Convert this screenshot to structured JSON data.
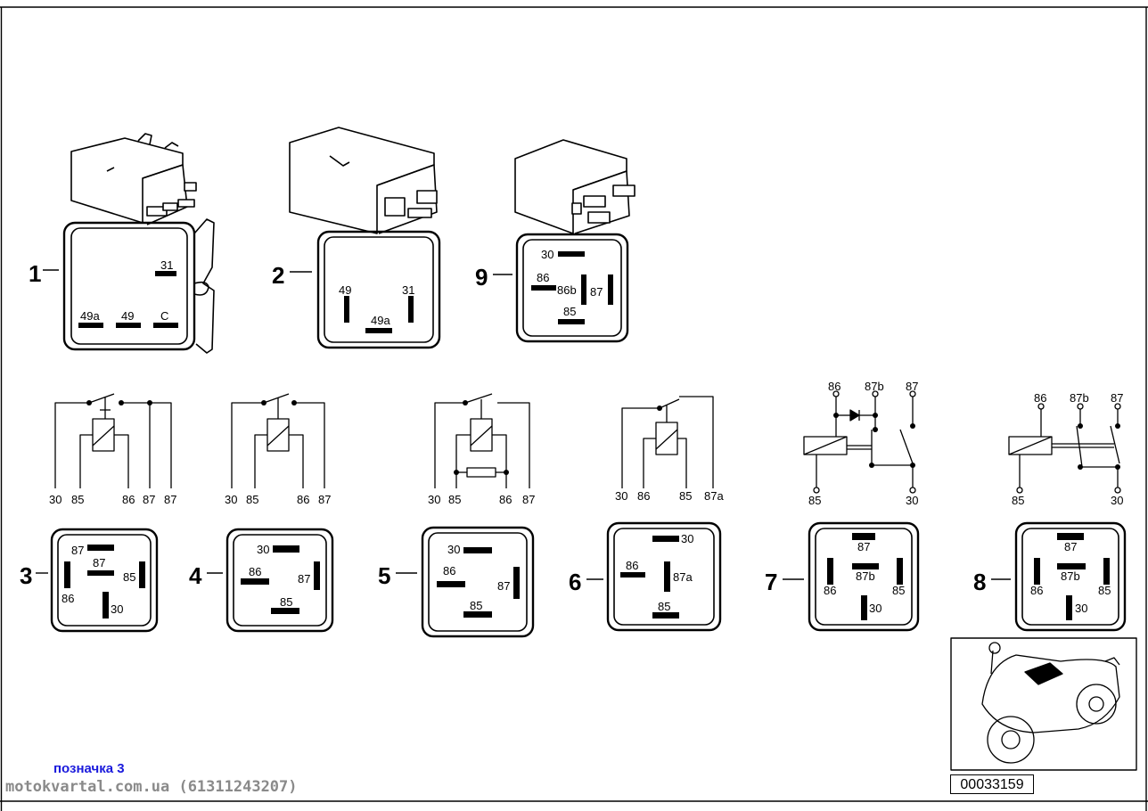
{
  "diagram_id": "00033159",
  "footer": {
    "label": "позначка 3",
    "site": "motokvartal.com.ua (61311243207)"
  },
  "relays": [
    {
      "num": "1",
      "pins": [
        "31",
        "49a",
        "49",
        "C"
      ]
    },
    {
      "num": "2",
      "pins": [
        "49",
        "31",
        "49a"
      ]
    },
    {
      "num": "9",
      "pins": [
        "30",
        "86",
        "86b",
        "87",
        "85"
      ]
    },
    {
      "num": "3",
      "pins": [
        "87",
        "87",
        "86",
        "85",
        "30"
      ]
    },
    {
      "num": "4",
      "pins": [
        "30",
        "86",
        "87",
        "85"
      ]
    },
    {
      "num": "5",
      "pins": [
        "30",
        "86",
        "87",
        "85"
      ]
    },
    {
      "num": "6",
      "pins": [
        "30",
        "86",
        "87a",
        "85"
      ]
    },
    {
      "num": "7",
      "pins": [
        "87",
        "87b",
        "86",
        "85",
        "30"
      ]
    },
    {
      "num": "8",
      "pins": [
        "87",
        "87b",
        "86",
        "85",
        "30"
      ]
    }
  ],
  "schematics": [
    {
      "labels": [
        "30",
        "85",
        "86",
        "87",
        "87"
      ]
    },
    {
      "labels": [
        "30",
        "85",
        "86",
        "87"
      ]
    },
    {
      "labels": [
        "30",
        "85",
        "86",
        "87"
      ]
    },
    {
      "labels": [
        "30",
        "86",
        "85",
        "87a"
      ]
    },
    {
      "labels": [
        "86",
        "87b",
        "87",
        "85",
        "30"
      ]
    },
    {
      "labels": [
        "86",
        "87b",
        "87",
        "85",
        "30"
      ]
    }
  ]
}
